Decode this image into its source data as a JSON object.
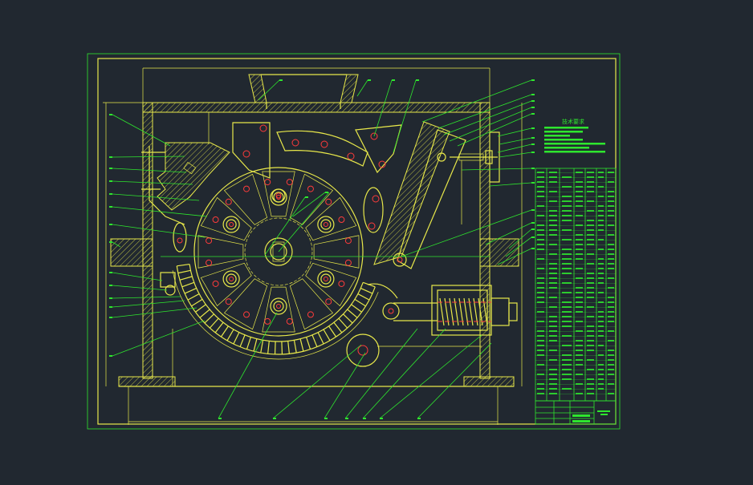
{
  "drawing": {
    "title_block_heading": "技术要求",
    "has_parts_list": true,
    "colors": {
      "background": "#212830",
      "frame": "#2ee62e",
      "geometry": "#e8e84a",
      "centers": "#ff3b3b",
      "leaders": "#2ee62e"
    },
    "leader_count_left": 14,
    "leader_count_right": 16,
    "leader_count_bottom": 7
  }
}
